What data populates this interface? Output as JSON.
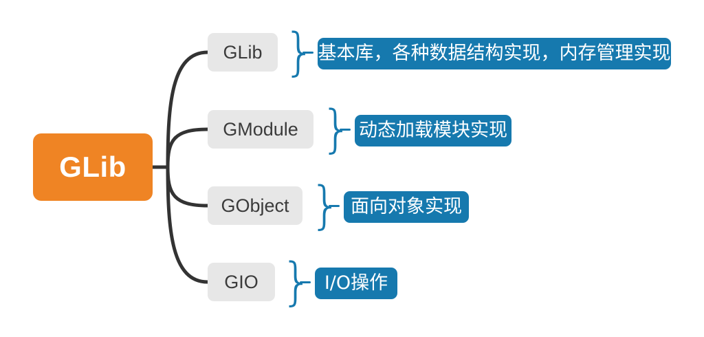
{
  "diagram": {
    "type": "mind-map",
    "title": "GLib",
    "root": {
      "label": "GLib",
      "color": "#ef8424",
      "text_color": "#ffffff"
    },
    "node_color": "#e7e7e7",
    "node_text_color": "#3b3b3b",
    "accent_color": "#1679ae",
    "connector_color": "#333333",
    "brace_glyph": "}",
    "branches": [
      {
        "label": "GLib",
        "description": "基本库，各种数据结构实现，内存管理实现"
      },
      {
        "label": "GModule",
        "description": "动态加载模块实现"
      },
      {
        "label": "GObject",
        "description": "面向对象实现"
      },
      {
        "label": "GIO",
        "description": "I/O操作"
      }
    ]
  }
}
